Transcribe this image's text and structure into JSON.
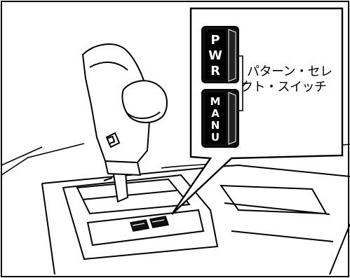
{
  "diagram": {
    "callout_label": {
      "line1": "パターン・セレ",
      "line2": "クト・スイッチ"
    },
    "switches": [
      {
        "name": "power-mode-switch",
        "letters": [
          "P",
          "W",
          "R"
        ]
      },
      {
        "name": "manual-mode-switch",
        "letters": [
          "M",
          "A",
          "N",
          "U"
        ]
      }
    ]
  }
}
